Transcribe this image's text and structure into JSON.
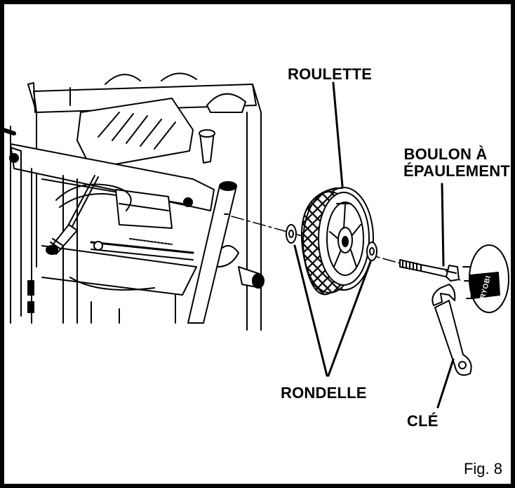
{
  "labels": {
    "wheel": "ROULETTE",
    "bolt_line1": "BOULON À",
    "bolt_line2": "ÉPAULEMENT",
    "washer": "RONDELLE",
    "wrench": "CLÉ"
  },
  "figure": {
    "caption": "Fig. 8"
  },
  "logo": {
    "text": "RYOBI"
  }
}
